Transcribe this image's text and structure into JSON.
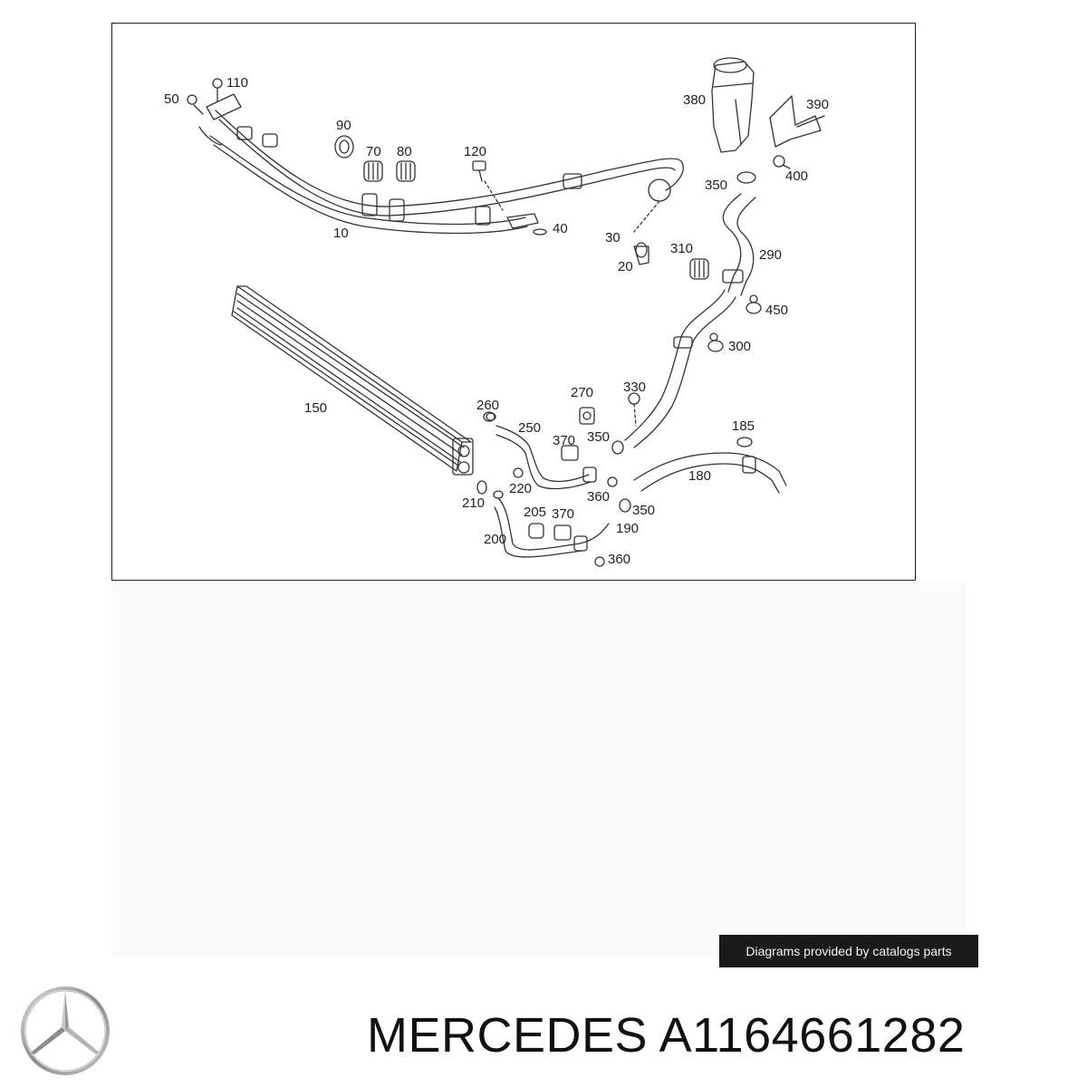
{
  "diagram": {
    "callouts": {
      "c10": "10",
      "c20": "20",
      "c30": "30",
      "c40": "40",
      "c50": "50",
      "c70": "70",
      "c80": "80",
      "c90": "90",
      "c110": "110",
      "c120": "120",
      "c150": "150",
      "c180": "180",
      "c185": "185",
      "c190": "190",
      "c200": "200",
      "c205": "205",
      "c210": "210",
      "c220": "220",
      "c250": "250",
      "c260": "260",
      "c270": "270",
      "c290": "290",
      "c300": "300",
      "c310": "310",
      "c330": "330",
      "c350a": "350",
      "c350b": "350",
      "c350c": "350",
      "c360a": "360",
      "c360b": "360",
      "c370a": "370",
      "c370b": "370",
      "c380": "380",
      "c390": "390",
      "c400": "400",
      "c450": "450"
    }
  },
  "credit": "Diagrams provided by catalogs parts",
  "brand": {
    "logo_icon": "mercedes-star-icon",
    "title": "MERCEDES A1164661282"
  }
}
